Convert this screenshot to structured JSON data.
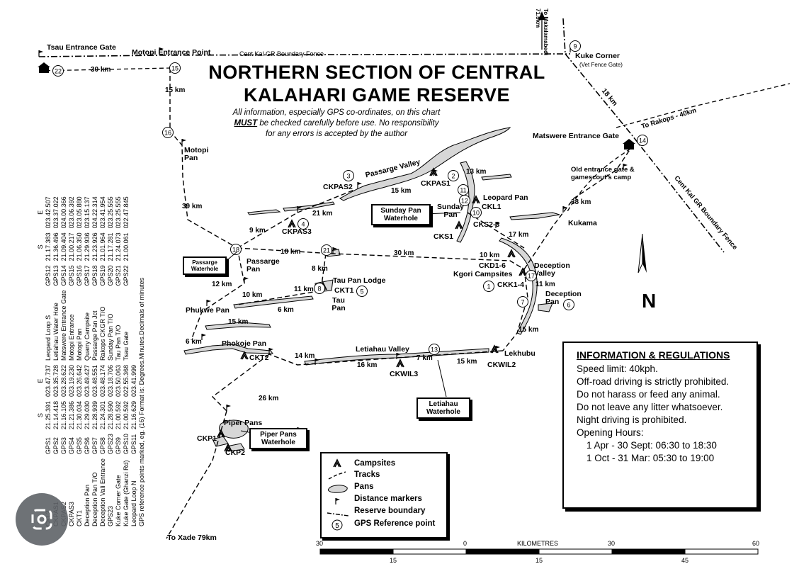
{
  "title_lines": [
    "NORTHERN SECTION OF CENTRAL",
    "KALAHARI GAME RESERVE"
  ],
  "disclaimer": {
    "line1": "All information, especially GPS co-ordinates, on this chart",
    "must": "MUST",
    "line2": " be checked carefully before use. No responsibility",
    "line3": "for any errors is accepted by the author"
  },
  "places": {
    "tsau_gate": "Tsau Entrance Gate",
    "motopi_gate": "Motopi Entrance Point",
    "fence_top": "Cent Kal GR Boundary Fence",
    "to_makalamabedi": "To Makalamabedi 71.5km",
    "kuke_corner": "Kuke Corner",
    "vet_fence": "(Vet Fence Gate)",
    "to_rakops": "To Rakops - 40km",
    "matswere": "Matswere Entrance Gate",
    "old_gate": "Old entrance gate & gamescout's camp",
    "fence_right": "Cent Kal GR Boundary Fence",
    "motopi_pan": "Motopi Pan",
    "passarge_valley": "Passarge Valley",
    "ckpas2": "CKPAS2",
    "ckpas1": "CKPAS1",
    "ckpas3": "CKPAS3",
    "leopard_pan": "Leopard Pan",
    "ckl1": "CKL1",
    "sunday_pan": "Sunday Pan",
    "sunday_box": "Sunday Pan Waterhole",
    "cks23": "CKS2-3",
    "cks1": "CKS1",
    "kukama": "Kukama",
    "passarge_pan": "Passarge Pan",
    "passarge_box": "Passarge Waterhole",
    "ckd16": "CKD1-6",
    "kgori": "Kgori Campsites",
    "ckk14": "CKK1-4",
    "deception_valley": "Deception Valley",
    "deception_pan": "Deception Pan",
    "tau_lodge": "Tau Pan Lodge",
    "ckt1": "CKT1",
    "tau_pan": "Tau Pan",
    "phukwe_pan": "Phukwe Pan",
    "phokoje_pan": "Phokoje Pan",
    "ckt2": "CKT2",
    "letiahau_valley": "Letiahau Valley",
    "ckwil3": "CKWIL3",
    "ckwil2": "CKWIL2",
    "lekhubu": "Lekhubu",
    "letiahau_box": "Letiahau Waterhole",
    "piper_pans": "Piper Pans",
    "piper_box": "Piper Pans Waterhole",
    "ckp1": "CKP1",
    "ckp2": "CKP2",
    "to_xade": "To Xade 79km",
    "north": "N"
  },
  "gps_markers": [
    "22",
    "15",
    "16",
    "3",
    "2",
    "4",
    "11",
    "12",
    "10",
    "18",
    "21",
    "8",
    "9",
    "14",
    "5",
    "7",
    "6",
    "1",
    "13",
    "17"
  ],
  "distances": [
    "30 km",
    "15 km",
    "39 km",
    "9 km",
    "21 km",
    "15 km",
    "13 km",
    "18 km",
    "30 km",
    "17 km",
    "10 km",
    "11 km",
    "38 km",
    "18 km",
    "8 km",
    "12 km",
    "10 km",
    "11 km",
    "6 km",
    "15 km",
    "6 km",
    "14 km",
    "16 km",
    "7 km",
    "15 km",
    "15 km",
    "26 km"
  ],
  "info": {
    "heading": "INFORMATION & REGULATIONS",
    "lines": [
      "Speed limit: 40kph.",
      "Off-road driving is strictly prohibited.",
      "Do not harass or feed any animal.",
      "Do not leave any litter whatsoever.",
      "Night driving is prohibited.",
      "Opening Hours:"
    ],
    "hours": [
      "1 Apr - 30 Sept: 06:30 to 18:30",
      "1 Oct - 31 Mar: 05:30 to 19:00"
    ]
  },
  "legend": [
    {
      "icon": "campsite-icon",
      "label": "Campsites"
    },
    {
      "icon": "tracks-icon",
      "label": "Tracks"
    },
    {
      "icon": "pans-icon",
      "label": "Pans"
    },
    {
      "icon": "distance-marker-icon",
      "label": "Distance markers"
    },
    {
      "icon": "reserve-boundary-icon",
      "label": "Reserve boundary"
    },
    {
      "icon": "gps-point-icon",
      "label": "GPS Reference point",
      "sample": "5"
    }
  ],
  "scale": {
    "label": "KILOMETRES",
    "top": [
      "30",
      "0",
      "30",
      "60"
    ],
    "bottom": [
      "15",
      "15",
      "45"
    ]
  },
  "gps_table": {
    "format_note": "Format is: Degrees.Minutes.Decimals of minutes",
    "ref_note": "GPS reference points marked, eg.",
    "ref_sample": "16",
    "headers": [
      "S",
      "E"
    ],
    "left": [
      [
        "CKL2",
        "GPS1",
        "21.25.391",
        "023.47.737",
        "Leopard Loop S"
      ],
      [
        "CKPAS1",
        "GPS2",
        "21.14.418",
        "023.35.728",
        "Letiahau Water Hole"
      ],
      [
        "CKPAS2",
        "GPS3",
        "21.16.105",
        "023.28.622",
        "Matswere Entrance Gate"
      ],
      [
        "CKPAS3",
        "GPS4",
        "21.21.386",
        "023.19.230",
        "Motopi Entrance"
      ],
      [
        "CKT1",
        "GPS5",
        "21.30.034",
        "023.26.642",
        "Motopi Pan"
      ],
      [
        "Deception Pan",
        "GPS6",
        "21.29.030",
        "023.49.427",
        "Quarry Campsite"
      ],
      [
        "Deception Pan T/O",
        "GPS7",
        "21.28.939",
        "023.48.551",
        "Passarge Pan Jct"
      ],
      [
        "Deception Vali Entrance",
        "GPS8",
        "21.24.301",
        "023.48.174",
        "Rakops CKGR T/O"
      ],
      [
        "GPS23",
        "GPS23",
        "21.28.590",
        "023.18.706",
        "Sunday Pan T/O"
      ],
      [
        "Kuke Corner Gate",
        "GPS9",
        "21.00.592",
        "023.50.063",
        "Tau Pan T/O"
      ],
      [
        "Kuke Gate (Ghanzi Rd)",
        "GPS10",
        "21.00.592",
        "022.55.368",
        "Tsau Gate"
      ],
      [
        "Leopard Loop N",
        "GPS11",
        "21.16.629",
        "023.41.999",
        ""
      ]
    ],
    "right": [
      [
        "GPS12",
        "21.17.383",
        "023.42.507"
      ],
      [
        "GPS13",
        "21.36.496",
        "023.37.022"
      ],
      [
        "GPS14",
        "21.09.404",
        "024.00.366"
      ],
      [
        "GPS15",
        "21.00.217",
        "023.06.392"
      ],
      [
        "GPS16",
        "21.06.350",
        "023.05.880"
      ],
      [
        "GPS17",
        "21.29.936",
        "023.15.137"
      ],
      [
        "GPS18",
        "21.23.926",
        "024.22.314"
      ],
      [
        "GPS19",
        "21.01.964",
        "023.41.954"
      ],
      [
        "GPS20",
        "21.17.281",
        "023.25.555"
      ],
      [
        "GPS21",
        "21.24.073",
        "023.25.555"
      ],
      [
        "GPS22",
        "21.00.061",
        "022.47.845"
      ]
    ]
  }
}
